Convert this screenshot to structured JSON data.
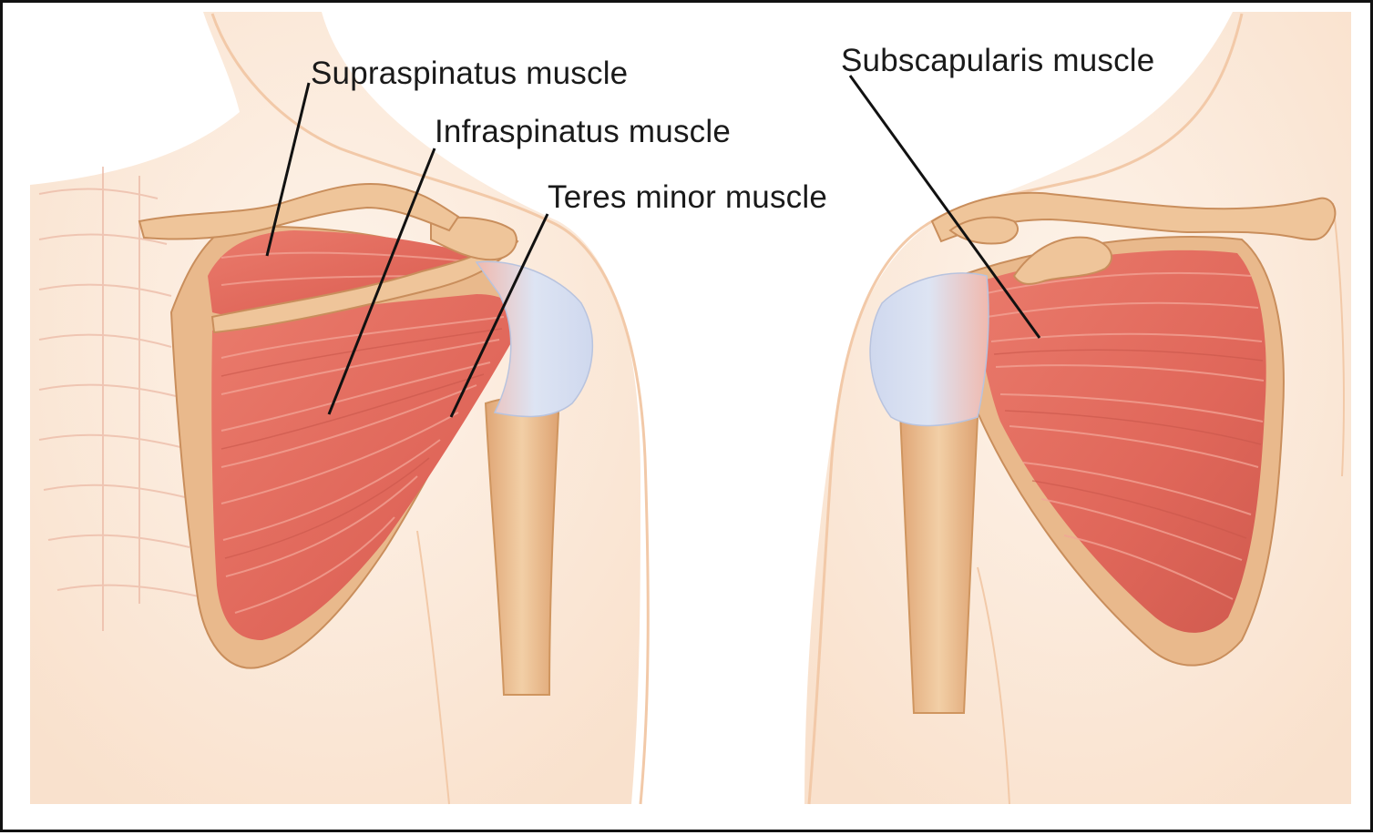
{
  "labels": {
    "supraspinatus": "Supraspinatus muscle",
    "infraspinatus": "Infraspinatus muscle",
    "teres_minor": "Teres minor muscle",
    "subscapularis": "Subscapularis muscle"
  },
  "colors": {
    "skin": "#fbe3cf",
    "skin_edge": "#f2c9a8",
    "bone": "#e9b98c",
    "bone_edge": "#c98e5c",
    "muscle": "#e36c5e",
    "muscle_dark": "#c94f44",
    "muscle_light": "#f29a8c",
    "tendon": "#dbe3f2",
    "leader_line": "#111111",
    "rib_line": "#e9b6a2"
  }
}
